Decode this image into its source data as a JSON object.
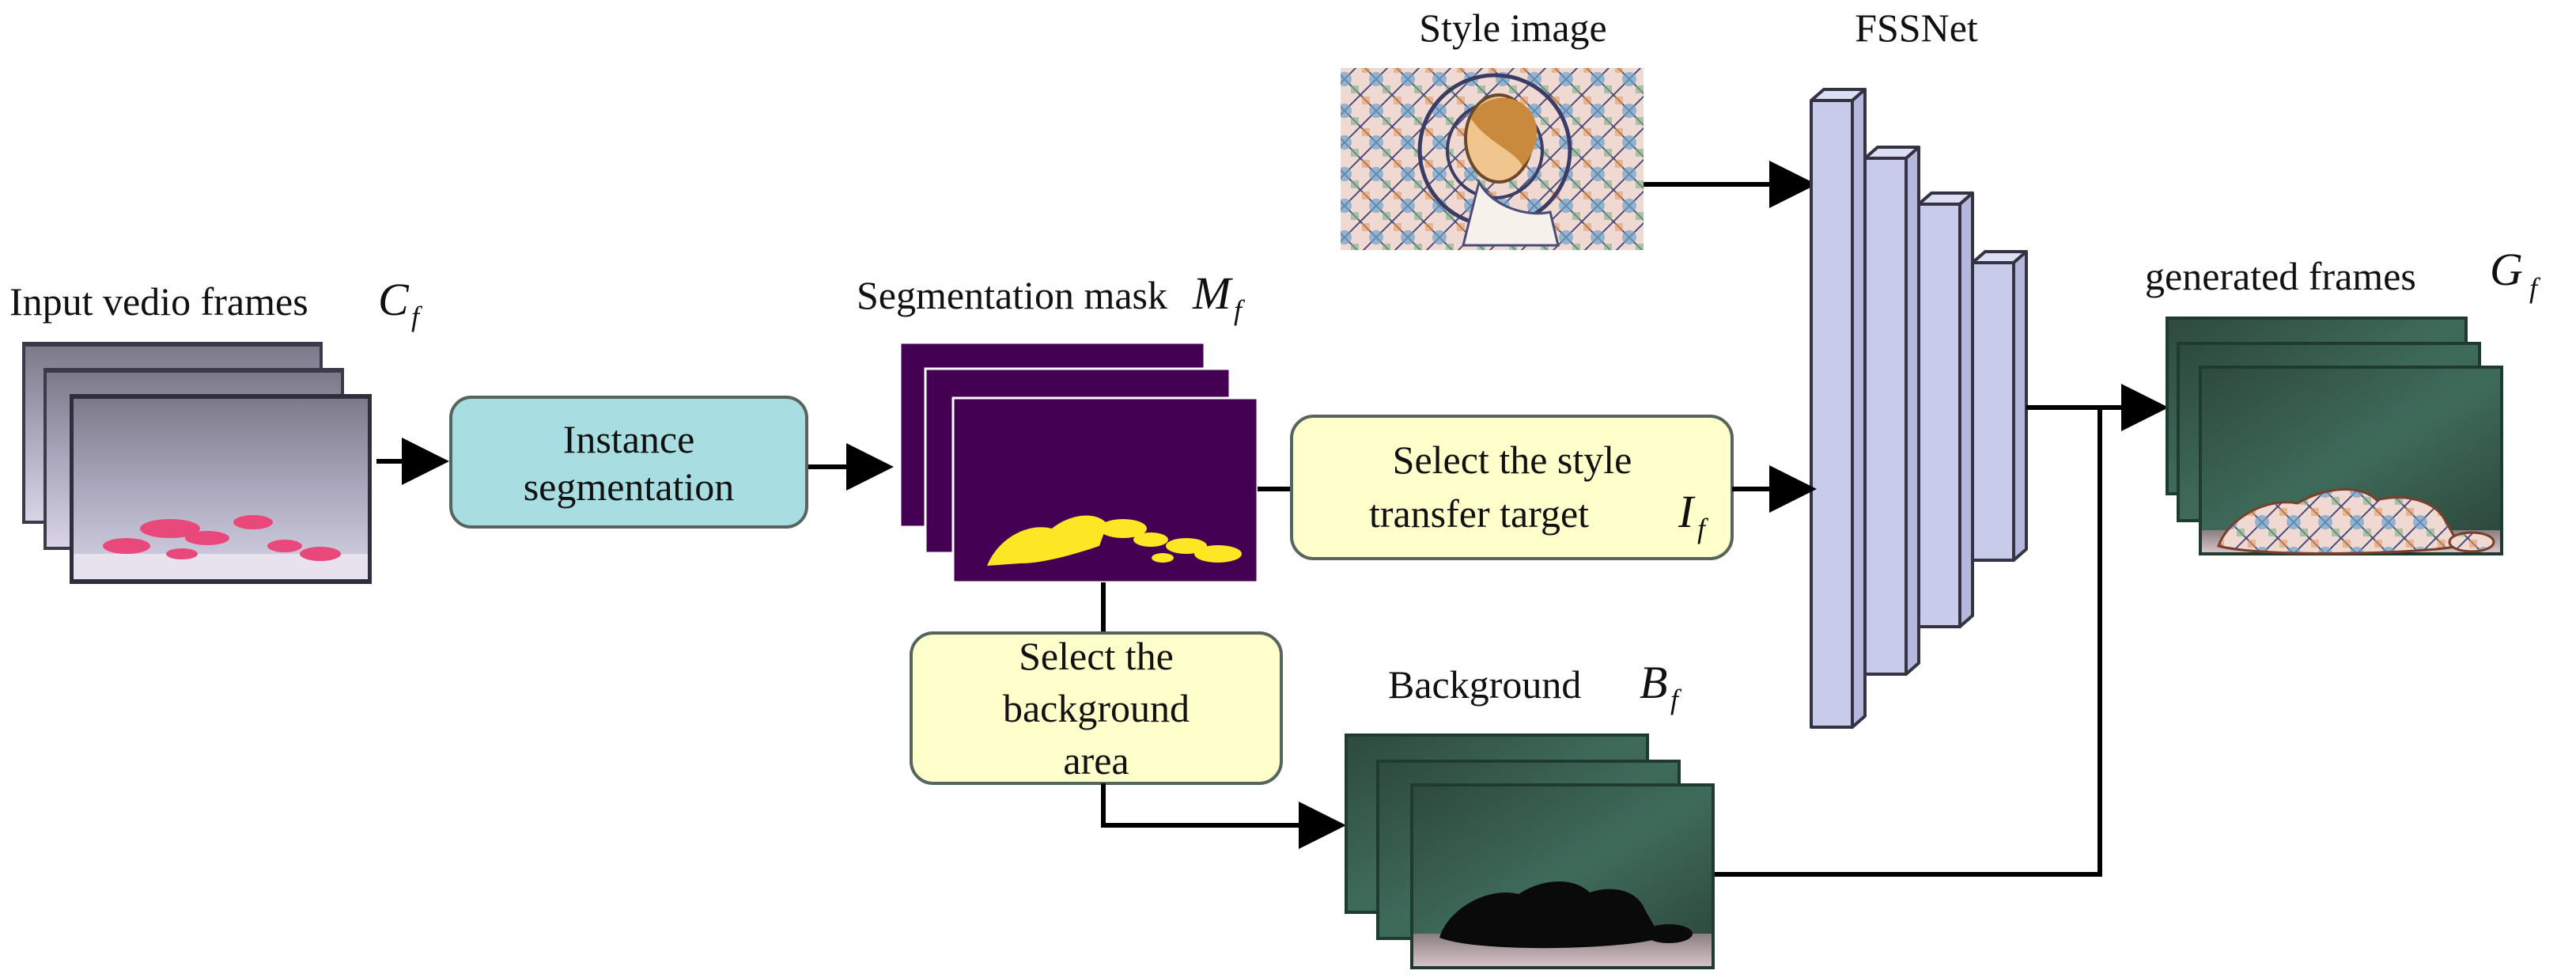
{
  "labels": {
    "input_frames": "Input vedio frames",
    "input_sym": "C",
    "input_sub": "f",
    "instance_seg_line1": "Instance",
    "instance_seg_line2": "segmentation",
    "seg_mask": "Segmentation mask",
    "seg_sym": "M",
    "seg_sub": "f",
    "style_image": "Style image",
    "fssnet": "FSSNet",
    "select_target_line1": "Select the style",
    "select_target_line2": "transfer target",
    "target_sym": "I",
    "target_sub": "f",
    "select_bg_line1": "Select the",
    "select_bg_line2": "background",
    "select_bg_line3": "area",
    "background": "Background",
    "bg_sym": "B",
    "bg_sub": "f",
    "generated": "generated frames",
    "gen_sym": "G",
    "gen_sub": "f"
  },
  "colors": {
    "instance_box": "#a8dde2",
    "select_box": "#ffffcc",
    "box_stroke": "#55655e",
    "mask_purple": "#440154",
    "mask_yellow": "#fde725",
    "fssnet_fill": "#c9cbea",
    "fssnet_stroke": "#333344",
    "arrow": "#000000"
  }
}
